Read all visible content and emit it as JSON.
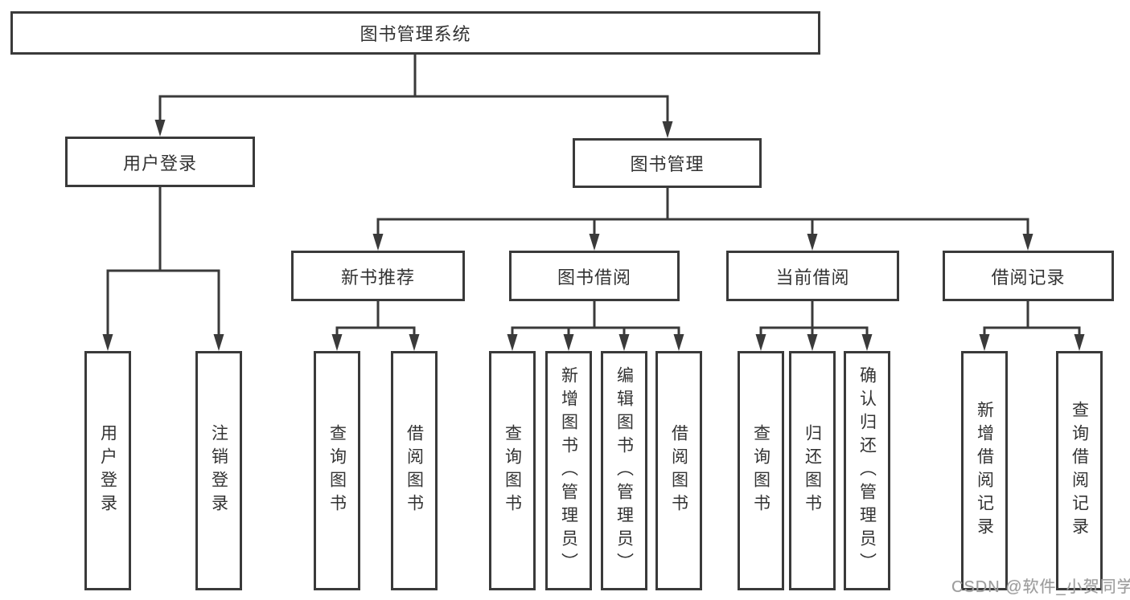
{
  "tree": {
    "root": {
      "label": "图书管理系统"
    },
    "children": [
      {
        "label": "用户登录",
        "children": [
          {
            "label": "用户登录"
          },
          {
            "label": "注销登录"
          }
        ]
      },
      {
        "label": "图书管理",
        "children": [
          {
            "label": "新书推荐",
            "children": [
              {
                "label": "查询图书"
              },
              {
                "label": "借阅图书"
              }
            ]
          },
          {
            "label": "图书借阅",
            "children": [
              {
                "label": "查询图书"
              },
              {
                "label": "新增图书（管理员）"
              },
              {
                "label": "编辑图书（管理员）"
              },
              {
                "label": "借阅图书"
              }
            ]
          },
          {
            "label": "当前借阅",
            "children": [
              {
                "label": "查询图书"
              },
              {
                "label": "归还图书"
              },
              {
                "label": "确认归还（管理员）"
              }
            ]
          },
          {
            "label": "借阅记录",
            "children": [
              {
                "label": "新增借阅记录"
              },
              {
                "label": "查询借阅记录"
              }
            ]
          }
        ]
      }
    ]
  },
  "watermark": {
    "text": "CSDN @软件_小贺同学"
  },
  "colors": {
    "line": "#3a3a3a",
    "text": "#333333",
    "watermark": "#9c9c9c",
    "background": "#ffffff"
  }
}
